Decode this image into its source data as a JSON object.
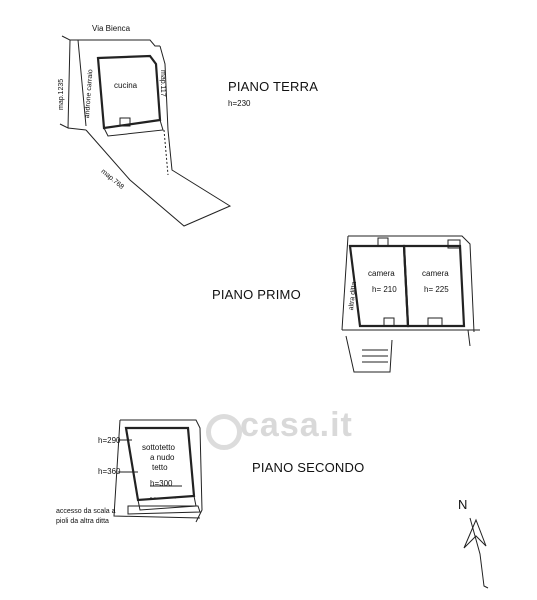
{
  "colors": {
    "line": "#222222",
    "watermark": "#d9d9d9",
    "background": "#ffffff"
  },
  "icons": {
    "north_arrow": "north-arrow-icon"
  },
  "ground_floor": {
    "title": "PIANO TERRA",
    "height": "h=230",
    "street": "Via Bienca",
    "room": "cucina",
    "neighbor_left": "map.1235",
    "neighbor_right": "map.117",
    "neighbor_bottom": "map.768",
    "passage": "androne carraio"
  },
  "first_floor": {
    "title": "PIANO PRIMO",
    "room_a": {
      "name": "camera",
      "height": "h= 210"
    },
    "room_b": {
      "name": "camera",
      "height": "h= 225"
    },
    "neighbor": "altra ditta"
  },
  "second_floor": {
    "title": "PIANO SECONDO",
    "room_line1": "sottotetto",
    "room_line2": "a nudo",
    "room_line3": "tetto",
    "height_1": "h=290",
    "height_2": "h=360",
    "height_3": "h=300",
    "access_line1": "accesso da scala a",
    "access_line2": "pioli da altra ditta"
  },
  "north_label": "N",
  "watermark": "casa.it"
}
